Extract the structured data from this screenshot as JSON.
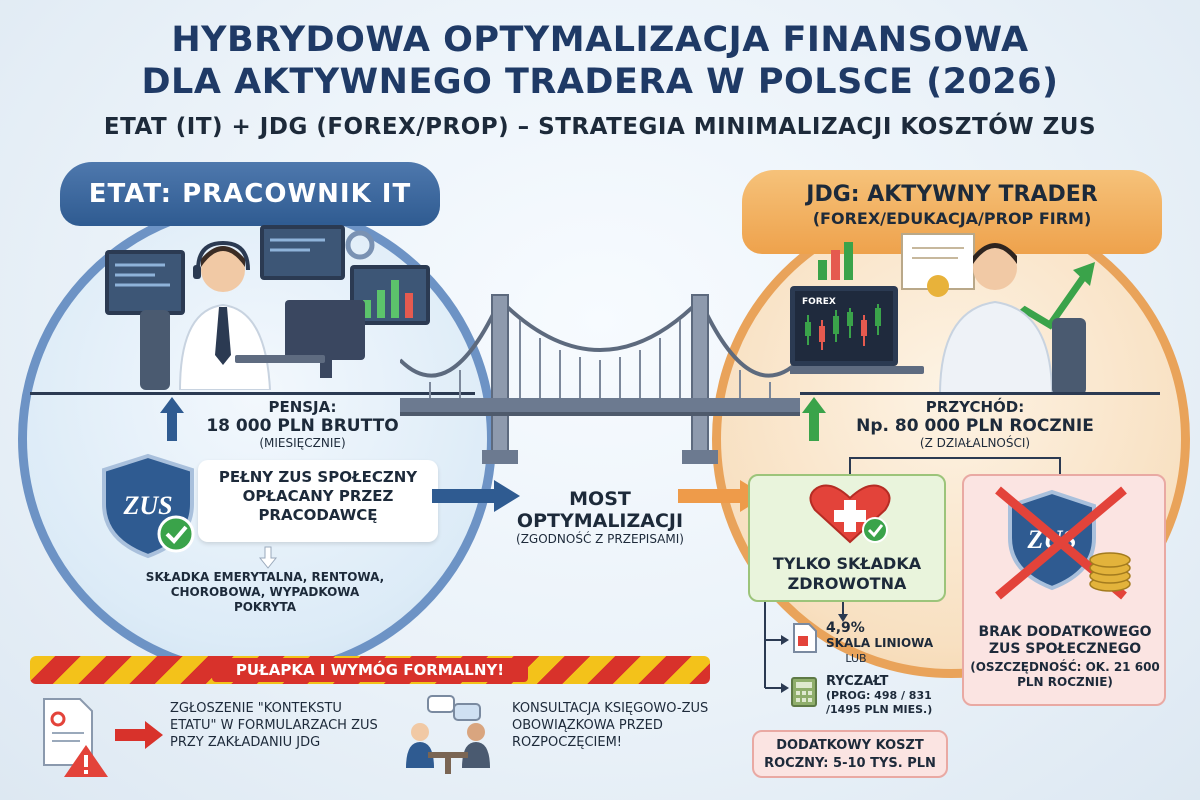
{
  "title": {
    "line1": "HYBRYDOWA OPTYMALIZACJA FINANSOWA",
    "line2": "DLA AKTYWNEGO TRADERA W POLSCE (2026)",
    "subtitle": "ETAT (IT) + JDG (FOREX/PROP) – STRATEGIA MINIMALIZACJI KOSZTÓW ZUS"
  },
  "left": {
    "ribbon": "ETAT: PRACOWNIK IT",
    "salary_label": "PENSJA:",
    "salary_value": "18 000 PLN BRUTTO",
    "salary_period": "(MIESIĘCZNIE)",
    "zus_badge": "ZUS",
    "zus_box_text": "PEŁNY ZUS SPOŁECZNY OPŁACANY PRZEZ PRACODAWCĘ",
    "zus_components": "SKŁADKA EMERYTALNA, RENTOWA, CHOROBOWA, WYPADKOWA POKRYTA"
  },
  "bridge": {
    "line1": "MOST",
    "line2": "OPTYMALIZACJI",
    "note": "(ZGODNOŚĆ Z PRZEPISAMI)"
  },
  "right": {
    "ribbon_line1": "JDG: AKTYWNY TRADER",
    "ribbon_line2": "(FOREX/EDUKACJA/PROP FIRM)",
    "screen_label": "FOREX",
    "revenue_label": "PRZYCHÓD:",
    "revenue_value": "Np. 80 000 PLN ROCZNIE",
    "revenue_source": "(Z DZIAŁALNOŚCI)",
    "health_box": "TYLKO SKŁADKA ZDROWOTNA",
    "rate_value": "4,9%",
    "rate_label": "SKALA LINIOWA",
    "or_label": "LUB",
    "lump_label": "RYCZAŁT",
    "lump_detail": "(PROG: 498 / 831 /1495 PLN MIES.)",
    "cost_box": "DODATKOWY KOSZT ROCZNY: 5-10 TYS. PLN",
    "zus_badge": "ZUS",
    "no_zus_text": "BRAK DODATKOWEGO ZUS SPOŁECZNEGO",
    "savings_text": "(OSZCZĘDNOŚĆ: OK. 21 600 PLN ROCZNIE)"
  },
  "warning": {
    "banner": "PUŁAPKA I WYMÓG FORMALNY!",
    "item1": "ZGŁOSZENIE \"KONTEKSTU ETATU\" W FORMULARZACH ZUS PRZY ZAKŁADANIU JDG",
    "item2": "KONSULTACJA KSIĘGOWO-ZUS OBOWIĄZKOWA PRZED ROZPOCZĘCIEM!"
  },
  "colors": {
    "navy": "#1f3a66",
    "blue_ring": "#6d93c5",
    "orange_ring": "#e9a35a",
    "green": "#3aa34a",
    "red": "#d8322b"
  }
}
